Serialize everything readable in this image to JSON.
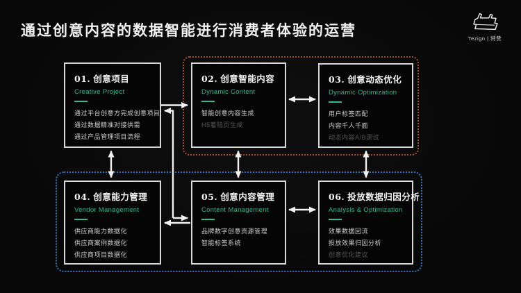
{
  "slide": {
    "title": "通过创意内容的数据智能进行消费者体验的运营",
    "logo": {
      "brand_en": "Tezign",
      "divider": "|",
      "brand_cn": "特赞"
    }
  },
  "colors": {
    "background": "#0a0a0a",
    "accent_teal": "#31b897",
    "box_border": "#d9d9d9",
    "group_outline_red": "#a8502e",
    "group_outline_blue": "#3277c2",
    "arrow": "#f2f2f2",
    "dim_text": "#585858"
  },
  "boxes": [
    {
      "number": "01.",
      "title": "创意项目",
      "subtitle": "Creative Project",
      "items": [
        {
          "text": "通过平台创意方完成创意项目",
          "dim": false
        },
        {
          "text": "通过数据精准对接供需",
          "dim": false
        },
        {
          "text": "通过产品管理项目流程",
          "dim": false
        }
      ]
    },
    {
      "number": "02.",
      "title": "创意智能内容",
      "subtitle": "Dynamic Content",
      "items": [
        {
          "text": "智能创意内容生成",
          "dim": false
        },
        {
          "text": "H5着陆页生成",
          "dim": true
        }
      ]
    },
    {
      "number": "03.",
      "title": "创意动态优化",
      "subtitle": "Dynamic Optimization",
      "items": [
        {
          "text": "用户标签匹配",
          "dim": false
        },
        {
          "text": "内容千人千面",
          "dim": false
        },
        {
          "text": "动态内容A/B测试",
          "dim": true
        }
      ]
    },
    {
      "number": "04.",
      "title": "创意能力管理",
      "subtitle": "Vendor Management",
      "items": [
        {
          "text": "供应商能力数据化",
          "dim": false
        },
        {
          "text": "供应商案例数据化",
          "dim": false
        },
        {
          "text": "供应商项目数据化",
          "dim": false
        }
      ]
    },
    {
      "number": "05.",
      "title": "创意内容管理",
      "subtitle": "Content Management",
      "items": [
        {
          "text": "品牌数字创意资源管理",
          "dim": false
        },
        {
          "text": "智能标签系统",
          "dim": false
        }
      ]
    },
    {
      "number": "06.",
      "title": "投放数据归因分析",
      "subtitle": "Analysis & Optimization",
      "items": [
        {
          "text": "效果数据回流",
          "dim": false
        },
        {
          "text": "投放效果归因分析",
          "dim": false
        },
        {
          "text": "创意优化建议",
          "dim": true
        }
      ]
    }
  ]
}
